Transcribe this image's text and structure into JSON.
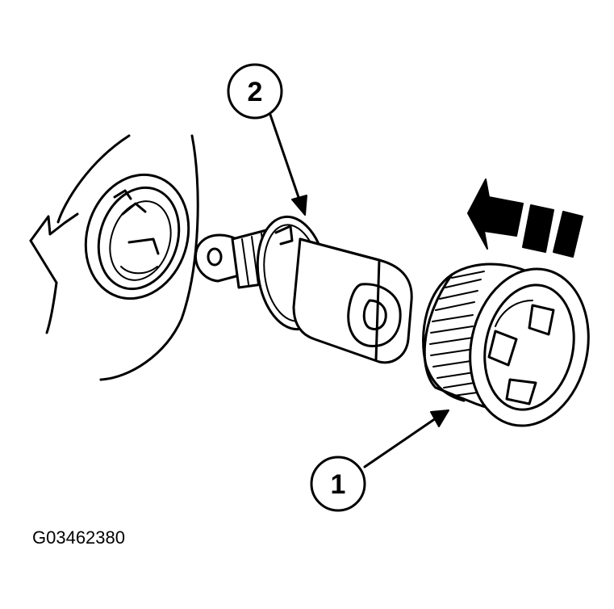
{
  "callouts": [
    {
      "id": "1",
      "label": "1"
    },
    {
      "id": "2",
      "label": "2"
    }
  ],
  "figure_code": "G03462380",
  "colors": {
    "ink": "#000000",
    "paper": "#ffffff"
  }
}
